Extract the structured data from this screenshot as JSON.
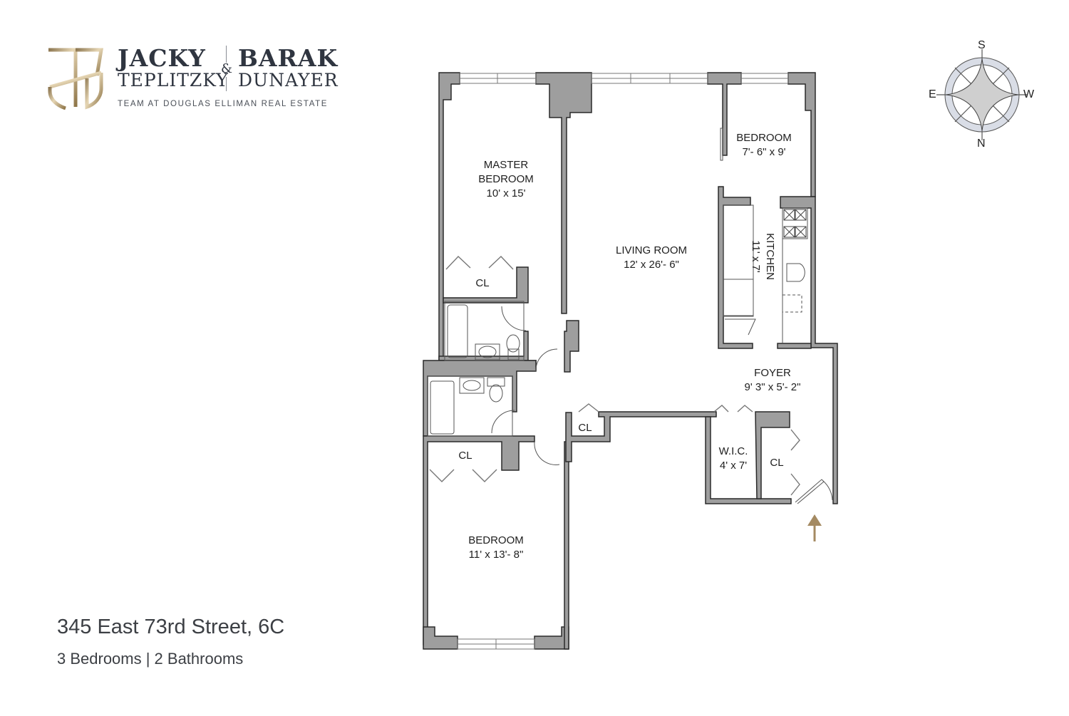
{
  "brand": {
    "first_agent_first": "JACKY",
    "first_agent_last": "TEPLITZKY",
    "ampersand": "&",
    "second_agent_first": "BARAK",
    "second_agent_last": "DUNAYER",
    "team_line": "TEAM AT DOUGLAS ELLIMAN REAL ESTATE",
    "logo_icon": "jb-monogram-shield-icon",
    "accent_color": "#b39a6e"
  },
  "compass": {
    "icon": "compass-rose-icon",
    "top": "S",
    "left": "E",
    "right": "W",
    "bottom": "N"
  },
  "rooms": {
    "master_bedroom": {
      "name_line1": "MASTER",
      "name_line2": "BEDROOM",
      "dims": "10' x 15'"
    },
    "master_closet": {
      "name": "CL"
    },
    "living_room": {
      "name": "LIVING ROOM",
      "dims": "12' x 26'- 6\""
    },
    "small_bedroom": {
      "name": "BEDROOM",
      "dims": "7'- 6\" x 9'"
    },
    "kitchen": {
      "name": "KITCHEN",
      "dims": "11' x 7'"
    },
    "foyer": {
      "name": "FOYER",
      "dims": "9' 3\" x 5'- 2\""
    },
    "hall_closet": {
      "name": "CL"
    },
    "wic": {
      "name": "W.I.C.",
      "dims": "4' x 7'"
    },
    "entry_closet": {
      "name": "CL"
    },
    "bedroom_closet": {
      "name": "CL"
    },
    "bedroom": {
      "name": "BEDROOM",
      "dims": "11' x 13'- 8\""
    }
  },
  "entry_arrow": {
    "icon": "entry-arrow-icon",
    "color": "#a48a62"
  },
  "colors": {
    "wall_fill": "#9e9e9e",
    "wall_stroke": "#2a2a2a",
    "fixture_stroke": "#555555"
  },
  "listing": {
    "address": "345 East 73rd Street, 6C",
    "summary": "3 Bedrooms | 2 Bathrooms"
  }
}
